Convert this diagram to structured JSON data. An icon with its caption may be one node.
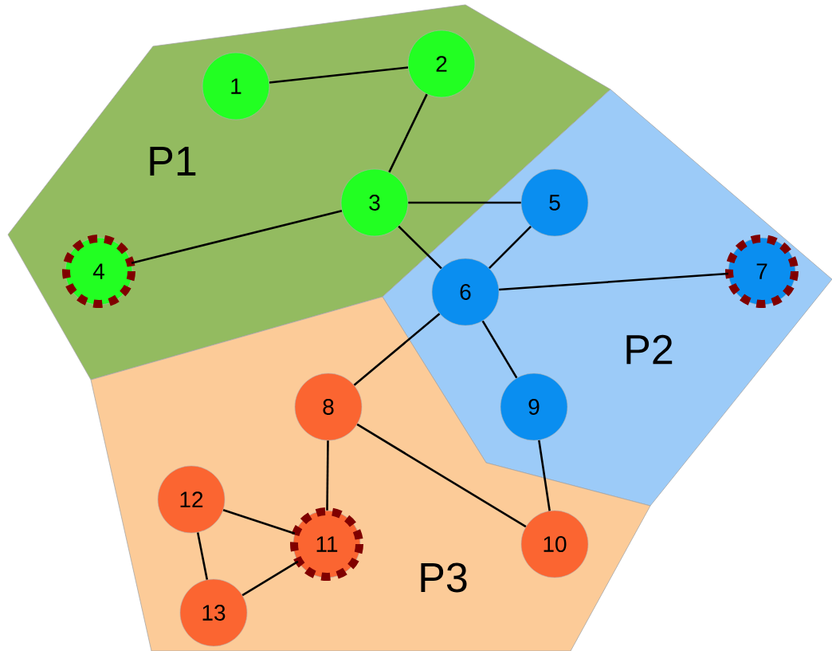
{
  "diagram": {
    "nodes": [
      {
        "text": [
          "P1"
        ]
      },
      {
        "text": [
          "1"
        ],
        "in": 0
      },
      {
        "text": [
          "2"
        ],
        "in": 0
      },
      {
        "text": [
          "3"
        ],
        "in": 0
      },
      {
        "text": [
          "4"
        ],
        "in": 0
      },
      {
        "text": [
          "P2"
        ]
      },
      {
        "text": [
          "5"
        ],
        "in": 5
      },
      {
        "text": [
          "6"
        ],
        "in": 5
      },
      {
        "text": [
          "7"
        ],
        "in": 5
      },
      {
        "text": [
          "9"
        ],
        "in": 5
      },
      {
        "text": [
          "P3"
        ]
      },
      {
        "text": [
          "8"
        ],
        "in": 10
      },
      {
        "text": [
          "10"
        ],
        "in": 10
      },
      {
        "text": [
          "11"
        ],
        "in": 10
      },
      {
        "text": [
          "12"
        ],
        "in": 10
      },
      {
        "text": [
          "13"
        ],
        "in": 10
      }
    ],
    "edges": [
      {
        "from": 1,
        "to": 2,
        "arrow": "none"
      },
      {
        "from": 2,
        "to": 3,
        "arrow": "none"
      },
      {
        "from": 3,
        "to": 4,
        "arrow": "none"
      },
      {
        "from": 3,
        "to": 6,
        "arrow": "none"
      },
      {
        "from": 3,
        "to": 7,
        "arrow": "none"
      },
      {
        "from": 6,
        "to": 7,
        "arrow": "none"
      },
      {
        "from": 7,
        "to": 8,
        "arrow": "none"
      },
      {
        "from": 7,
        "to": 11,
        "arrow": "none"
      },
      {
        "from": 7,
        "to": 9,
        "arrow": "none"
      },
      {
        "from": 9,
        "to": 12,
        "arrow": "none"
      },
      {
        "from": 11,
        "to": 12,
        "arrow": "none"
      },
      {
        "from": 11,
        "to": 13,
        "arrow": "none"
      },
      {
        "from": 13,
        "to": 14,
        "arrow": "none"
      },
      {
        "from": 14,
        "to": 15,
        "arrow": "none"
      },
      {
        "from": 15,
        "to": 13,
        "arrow": "none"
      }
    ]
  }
}
